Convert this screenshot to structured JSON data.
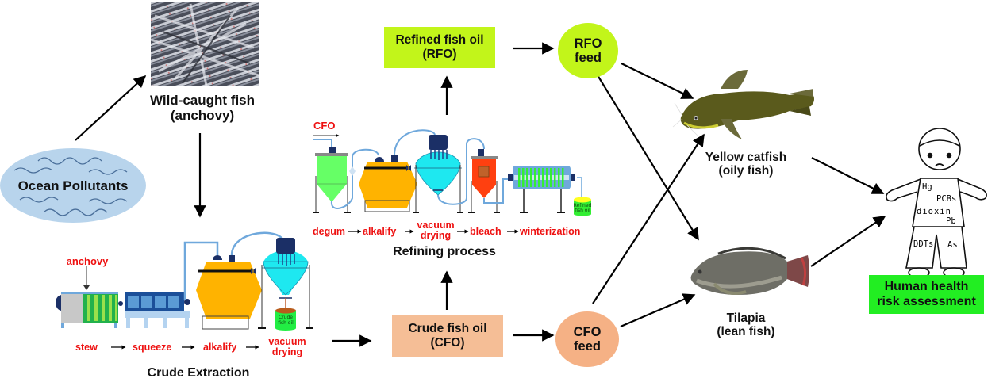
{
  "diagram": {
    "source": {
      "ocean_pollutants": "Ocean Pollutants",
      "wild_caught_line1": "Wild-caught fish",
      "wild_caught_line2": "(anchovy)"
    },
    "crude_extraction": {
      "title": "Crude Extraction",
      "input_label": "anchovy",
      "container_label_line1": "Crude",
      "container_label_line2": "fish oil",
      "steps": [
        "stew",
        "squeeze",
        "alkalify",
        "vacuum drying"
      ],
      "step_vacuum_line1": "vacuum",
      "step_vacuum_line2": "drying"
    },
    "crude_oil": {
      "line1": "Crude fish oil",
      "line2": "(CFO)",
      "color": "#f5be96"
    },
    "refining": {
      "title": "Refining process",
      "input_label": "CFO",
      "container_label_line1": "Refined",
      "container_label_line2": "fish oil",
      "steps": [
        "degum",
        "alkalify",
        "vacuum drying",
        "bleach",
        "winterization"
      ],
      "step_vacuum_line1": "vacuum",
      "step_vacuum_line2": "drying"
    },
    "refined_oil": {
      "line1": "Refined fish oil",
      "line2": "(RFO)",
      "color": "#c2f51a"
    },
    "feeds": {
      "rfo_line1": "RFO",
      "rfo_line2": "feed",
      "rfo_color": "#c2f51a",
      "cfo_line1": "CFO",
      "cfo_line2": "feed",
      "cfo_color": "#f5b185"
    },
    "fish": {
      "catfish_line1": "Yellow catfish",
      "catfish_line2": "(oily fish)",
      "tilapia_line1": "Tilapia",
      "tilapia_line2": "(lean fish)"
    },
    "human": {
      "pollutants": [
        "Hg",
        "PCBs",
        "dioxin",
        "Pb",
        "DDTs",
        "As"
      ],
      "assessment_line1": "Human health",
      "assessment_line2": "risk assessment",
      "assessment_color": "#22ee22"
    },
    "colors": {
      "step_text": "#ee1111",
      "ocean": "#b8d4ec",
      "tank_orange": "#ffb300",
      "tank_cyan": "#1ee8f0",
      "tank_green": "#66ff66",
      "tank_red": "#ff4010",
      "pipe": "#5b8fc9"
    }
  }
}
